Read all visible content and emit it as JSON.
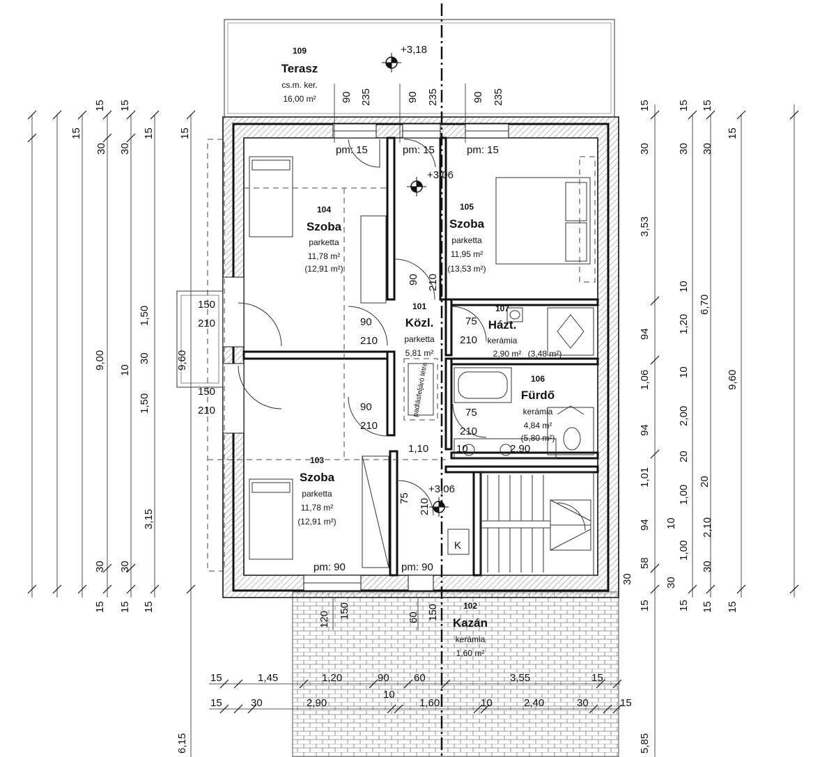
{
  "rooms": {
    "r109": {
      "num": "109",
      "name": "Terasz",
      "floor": "cs.m. ker.",
      "area": "16,00 m²"
    },
    "r104": {
      "num": "104",
      "name": "Szoba",
      "floor": "parketta",
      "area": "11,78 m²",
      "area2": "(12,91 m²)"
    },
    "r105": {
      "num": "105",
      "name": "Szoba",
      "floor": "parketta",
      "area": "11,95 m²",
      "area2": "(13,53 m²)"
    },
    "r101": {
      "num": "101",
      "name": "Közl.",
      "floor": "parketta",
      "area": "5,81 m²"
    },
    "r107": {
      "num": "107",
      "name": "Házt.",
      "floor": "kerámia",
      "area": "2,90 m²",
      "area2": "(3,48 m²)"
    },
    "r106": {
      "num": "106",
      "name": "Fürdő",
      "floor": "kerámia",
      "area": "4,84 m²",
      "area2": "(5,80 m²)"
    },
    "r103": {
      "num": "103",
      "name": "Szoba",
      "floor": "parketta",
      "area": "11,78 m²",
      "area2": "(12,91 m²)"
    },
    "r102": {
      "num": "102",
      "name": "Kazán",
      "floor": "kerámia",
      "area": "1,60 m²"
    }
  },
  "elevations": {
    "terrace": "+3,18",
    "upper": "+3,06",
    "stair": "+3,06"
  },
  "labels": {
    "attic_ladder": "padlásfeljáró létra",
    "k_box": "K"
  },
  "sill_labels": {
    "pm_15": "pm: 15",
    "pm_90": "pm: 90"
  },
  "openings": {
    "d90": "90",
    "d210": "210",
    "d75": "75",
    "d150": "150",
    "d120": "120",
    "d60": "60",
    "d235": "235"
  },
  "left_dims": {
    "total_900": "9,00",
    "total_960": "9,60",
    "total_615": "6,15",
    "c150": "1,50",
    "c315": "3,15",
    "s15": "15",
    "s30": "30",
    "s10": "10"
  },
  "right_dims": {
    "c353": "3,53",
    "c670": "6,70",
    "c960": "9,60",
    "c120": "1,20",
    "c106": "1,06",
    "c200": "2,00",
    "c101": "1,01",
    "c100": "1,00",
    "c210": "2,10",
    "c585": "5,85",
    "s94": "94",
    "s58": "58",
    "s20": "20",
    "s10": "10",
    "s15": "15",
    "s30": "30"
  },
  "bottom_dims_row1": {
    "a": "15",
    "b": "1,45",
    "c": "1,20",
    "d": "90",
    "e": "60",
    "f": "3,55",
    "g": "15"
  },
  "bottom_dims_row2": {
    "a": "15",
    "b": "30",
    "c": "2,90",
    "d": "10",
    "e": "1,60",
    "f": "10",
    "g": "2,40",
    "h": "30",
    "i": "15"
  },
  "inner_dims": {
    "w110": "1,10",
    "w10": "10",
    "w290": "2,90"
  }
}
